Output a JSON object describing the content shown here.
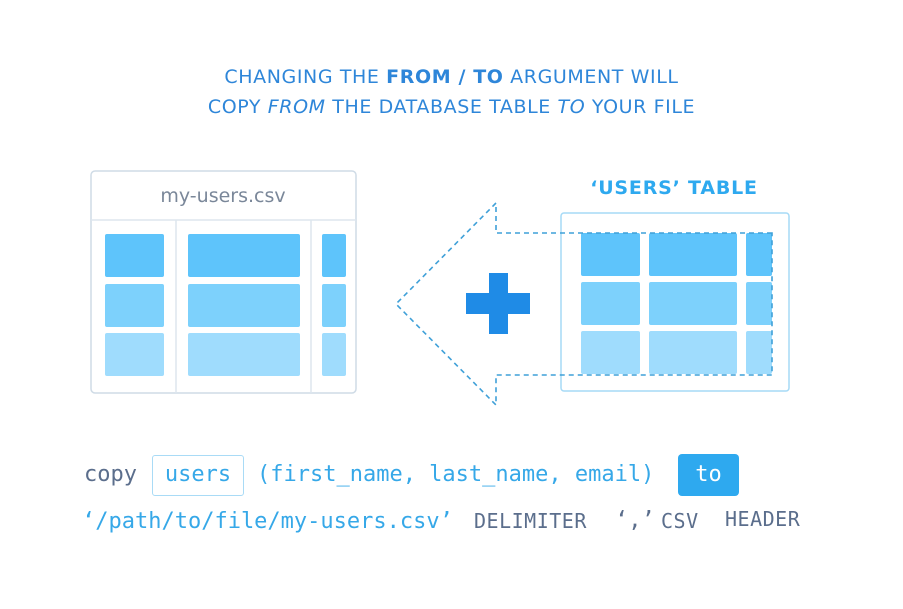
{
  "heading": {
    "line1_pre": "CHANGING THE ",
    "line1_bold": "FROM / TO",
    "line1_post": " ARGUMENT WILL",
    "line2_pre": "COPY ",
    "line2_italic1": "FROM",
    "line2_mid": " THE DATABASE TABLE ",
    "line2_italic2": "TO",
    "line2_post": " YOUR FILE"
  },
  "file_panel": {
    "title": "my-users.csv"
  },
  "table_panel": {
    "title": "‘USERS’ TABLE"
  },
  "plus_icon": {
    "color": "#1f8be6"
  },
  "code": {
    "keyword_copy": "copy",
    "table_name": "users",
    "columns": "(first_name, last_name, email)",
    "direction": "to",
    "path": "‘/path/to/file/my-users.csv’",
    "delimiter_keyword": "DELIMITER",
    "delimiter_value": "‘,’",
    "format_keyword": "CSV",
    "header_keyword": "HEADER"
  },
  "colors": {
    "heading": "#2e86d9",
    "cell_dark": "#5ec4fb",
    "cell_mid": "#7dd1fc",
    "cell_light": "#9fdcfd",
    "keyword_gray": "#5b6e8c",
    "highlight_blue": "#2ea9ef"
  }
}
